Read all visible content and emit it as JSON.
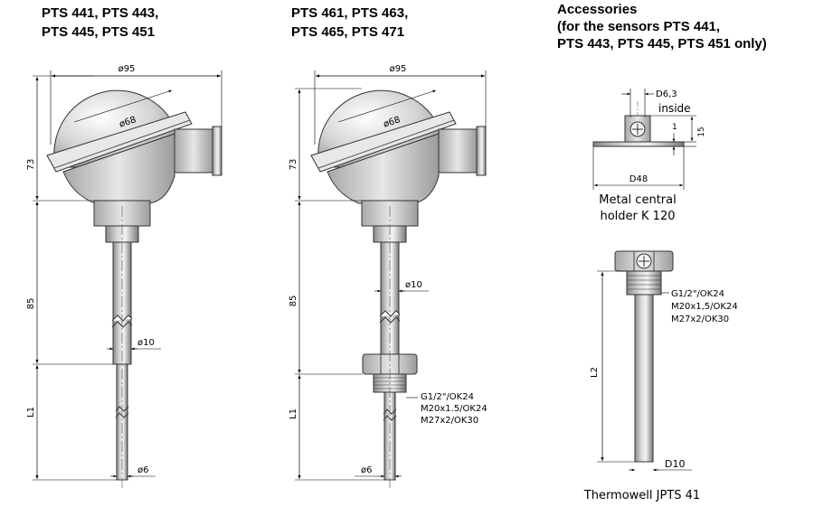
{
  "figure_a": {
    "title_line1": "PTS 441, PTS 443,",
    "title_line2": "PTS 445, PTS 451",
    "dim_width": "ø95",
    "dim_head": "ø68",
    "dim_height_head": "73",
    "dim_height_neck": "85",
    "dim_length": "L1",
    "dim_tube": "ø10",
    "dim_tip": "ø6"
  },
  "figure_b": {
    "title_line1": "PTS 461, PTS 463,",
    "title_line2": "PTS 465, PTS 471",
    "dim_width": "ø95",
    "dim_head": "ø68",
    "dim_height_head": "73",
    "dim_height_neck": "85",
    "dim_length": "L1",
    "dim_tube": "ø10",
    "dim_tip": "ø6",
    "thread_1": "G1/2\"/OK24",
    "thread_2": "M20x1.5/OK24",
    "thread_3": "M27x2/OK30"
  },
  "accessories": {
    "title_line1": "Accessories",
    "title_line2": "(for the sensors PTS 441,",
    "title_line3": "PTS 443, PTS 445, PTS 451 only)",
    "holder": {
      "dim_hole": "D6,3",
      "dim_inside": "inside",
      "dim_thickness": "1",
      "dim_height": "15",
      "dim_diameter": "D48",
      "caption_line1": "Metal central",
      "caption_line2": "holder K 120"
    },
    "thermowell": {
      "thread_1": "G1/2\"/OK24",
      "thread_2": "M20x1,5/OK24",
      "thread_3": "M27x2/OK30",
      "dim_length": "L2",
      "dim_diameter": "D10",
      "caption": "Thermowell JPTS 41"
    }
  }
}
